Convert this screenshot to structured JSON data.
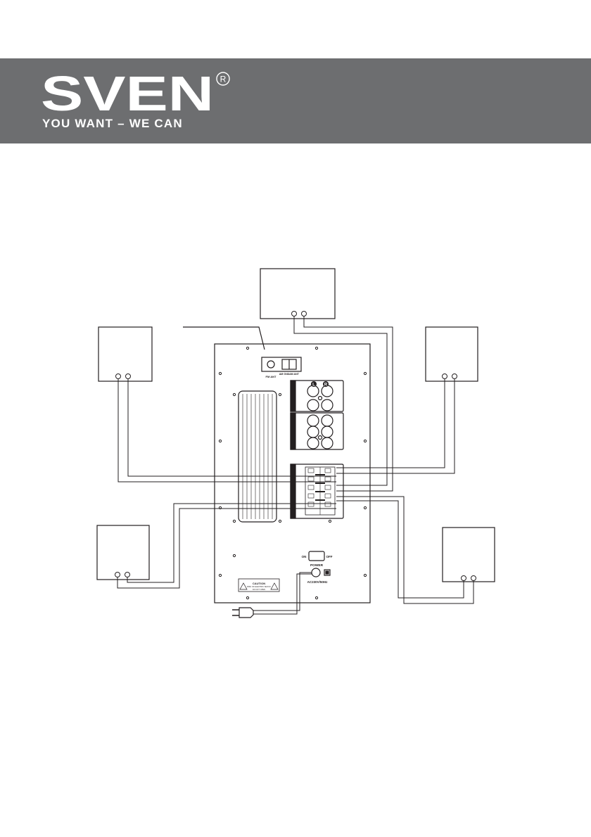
{
  "header": {
    "logo_text": "SVEN",
    "registered_mark": "®",
    "slogan": "YOU WANT – WE CAN",
    "band_color": "#6d6e70"
  },
  "diagram": {
    "panel_labels": {
      "fm_ant": "FM ANT",
      "am_gnd": "AM GND",
      "am_ant": "AM ANT",
      "switch_on": "ON",
      "switch_off": "OFF",
      "power": "POWER",
      "ac_input": "AC230V/50Hz",
      "caution_title": "CAUTION",
      "caution_line1": "RISK OF ELECTRIC SHOCK",
      "caution_line2": "DO NOT OPEN"
    },
    "input_badges": [
      "L",
      "R"
    ],
    "line_color": "#231f20"
  }
}
